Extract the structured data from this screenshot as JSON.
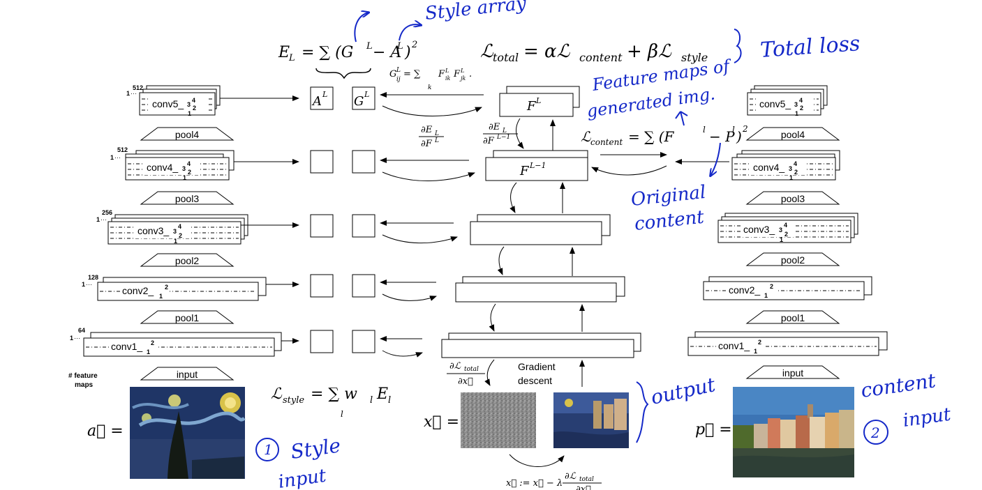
{
  "left": {
    "layers": [
      {
        "label": "conv5_",
        "sub": "3",
        "sup": "4",
        "sub2": "2",
        "sub3": "1",
        "fm": "512",
        "one": "1"
      },
      {
        "label": "conv4_",
        "sub": "3",
        "sup": "4",
        "sub2": "2",
        "sub3": "1",
        "fm": "512",
        "one": "1"
      },
      {
        "label": "conv3_",
        "sub": "3",
        "sup": "4",
        "sub2": "2",
        "sub3": "1",
        "fm": "256",
        "one": "1"
      },
      {
        "label": "conv2_",
        "sub": "1",
        "sup": "2",
        "fm": "128",
        "one": "1"
      },
      {
        "label": "conv1_",
        "sub": "1",
        "sup": "2",
        "fm": "64",
        "one": "1"
      }
    ],
    "pools": [
      "pool4",
      "pool3",
      "pool2",
      "pool1"
    ],
    "input": "input",
    "feature_maps_label": "# feature maps",
    "image_label": "a⃗ ="
  },
  "right": {
    "layers": [
      {
        "label": "conv5_",
        "sub": "3",
        "sup": "4",
        "sub2": "2",
        "sub3": "1"
      },
      {
        "label": "conv4_",
        "sub": "3",
        "sup": "4",
        "sub2": "2",
        "sub3": "1"
      },
      {
        "label": "conv3_",
        "sub": "3",
        "sup": "4",
        "sub2": "2",
        "sub3": "1"
      },
      {
        "label": "conv2_",
        "sub": "1",
        "sup": "2"
      },
      {
        "label": "conv1_",
        "sub": "1",
        "sup": "2"
      }
    ],
    "pools": [
      "pool4",
      "pool3",
      "pool2",
      "pool1"
    ],
    "input": "input",
    "image_label": "p⃗ ="
  },
  "center": {
    "A": "A",
    "G": "G",
    "sup_L": "L",
    "F_L": "F",
    "F_L_sup": "L",
    "F_L1_sup": "L−1",
    "dEL_num": "∂E",
    "dEL_den": "∂F",
    "gradient": "Gradient",
    "descent": "descent",
    "x_label": "x⃗ =",
    "dLtotal_num": "∂ℒ",
    "dLtotal_den": "∂x⃗",
    "sub_total": "total",
    "update_rule": "x⃗ := x⃗ − λ",
    "update_num": "∂ℒ",
    "update_den": "∂x⃗"
  },
  "equations": {
    "E_L": "E",
    "E_L_sub": "L",
    "eq_sum": "= ∑ (G",
    "minus_A": " − A",
    "close_sq": ")",
    "two": "2",
    "gram": "G",
    "gram_sup": "L",
    "gram_sub": "ij",
    "gram_eq": " = ∑",
    "gram_k": "k",
    "gram_F": " F",
    "gram_ik": "ik",
    "gram_jk": "jk",
    "gram_dot": ".",
    "total_L": "ℒ",
    "total_sub": "total",
    "total_rhs": " = αℒ",
    "content_sub": "content",
    "plus_beta": " + βℒ",
    "style_sub": "style",
    "content_L": "ℒ",
    "content_rhs": " = ∑ (F",
    "content_l": "l",
    "minus_P": " − P",
    "style_L": "ℒ",
    "style_rhs": " = ∑ w",
    "style_wl": "l",
    "style_E": "E",
    "l_under": "l"
  },
  "annotations": {
    "style_array": "Style array",
    "total_loss": "} Total loss",
    "feature_maps_gen": "Feature maps of",
    "generated_img": "generated img.",
    "original": "Original",
    "content": "content",
    "output": "output",
    "style_input_num": "1",
    "style_input_1": "Style",
    "style_input_2": "input",
    "content_input_1": "content",
    "content_input_2": "input",
    "content_input_num": "2"
  },
  "colors": {
    "ink": "#000000",
    "annotation": "#1428c8",
    "starry_night_dark": "#1c2d5a",
    "starry_night_light": "#c8b34a",
    "noise": "#8a8a8a",
    "sky": "#3c74b4"
  }
}
